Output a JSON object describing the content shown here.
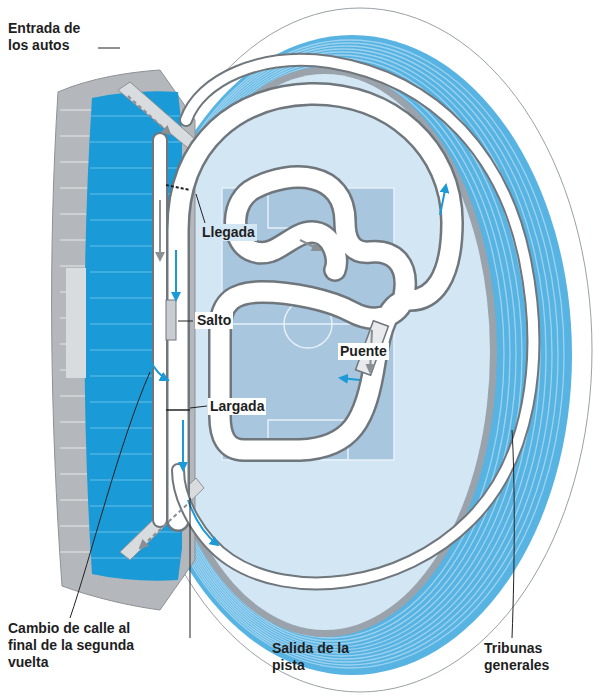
{
  "diagram": {
    "labels": [
      "Entrada de los autos",
      "Llegada",
      "Salto",
      "Puente",
      "Largada",
      "Cambio de calle al final de la segunda vuelta",
      "Salida de la pista",
      "Tribunas generales"
    ]
  }
}
